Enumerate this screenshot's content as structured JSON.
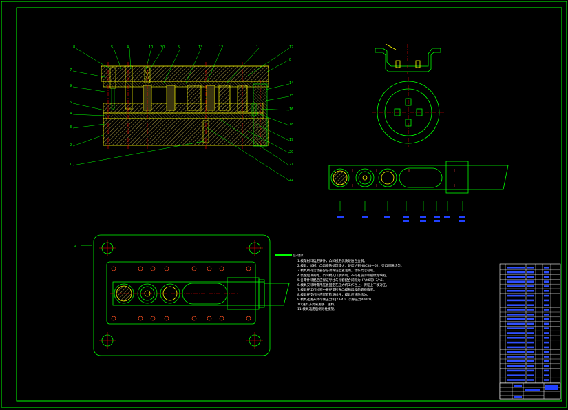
{
  "drawing": {
    "colors": {
      "background": "#000000",
      "outline": "#00ff00",
      "section": "#ffff00",
      "hatch": "#9a8a3c",
      "holes": "#ff3030",
      "centerlines": "#ff0000",
      "text": "#ffffff",
      "table": "#3050ff"
    },
    "section_marker": "A",
    "tech_notes_title": "技术要求",
    "tech_notes": [
      "1.模架材料选用铸件，凸凹模用优质硬质合金钢。",
      "2.模具，凹模、凸凹模热处理淬火，硬度达到HRC58～62，刃口间隙均匀。",
      "3.模具所有活动部分必须保证位置准确，动作灵活可靠。",
      "4.装配后冲裁时，凸凹模刃口须锋利，不得有崩刃和裂纹等缺陷。",
      "5.各零件装配后应保证导柱与导套配合间隙为H7/h6或H7/h5。",
      "6.模具安装时需用压板固定在压力机工作台上，保证上下模对正。",
      "7.模具在工作过程中要经常检查凸模和凹模的磨损情况。",
      "8.模具在交付时应配有检测样件，模具应涂防锈油。",
      "9.模具选用开式可倾压力机J23-40，公称压力400kN。",
      "10.送料方式采用手工送料。",
      "11.模具选用后侧导柱模架。"
    ]
  }
}
